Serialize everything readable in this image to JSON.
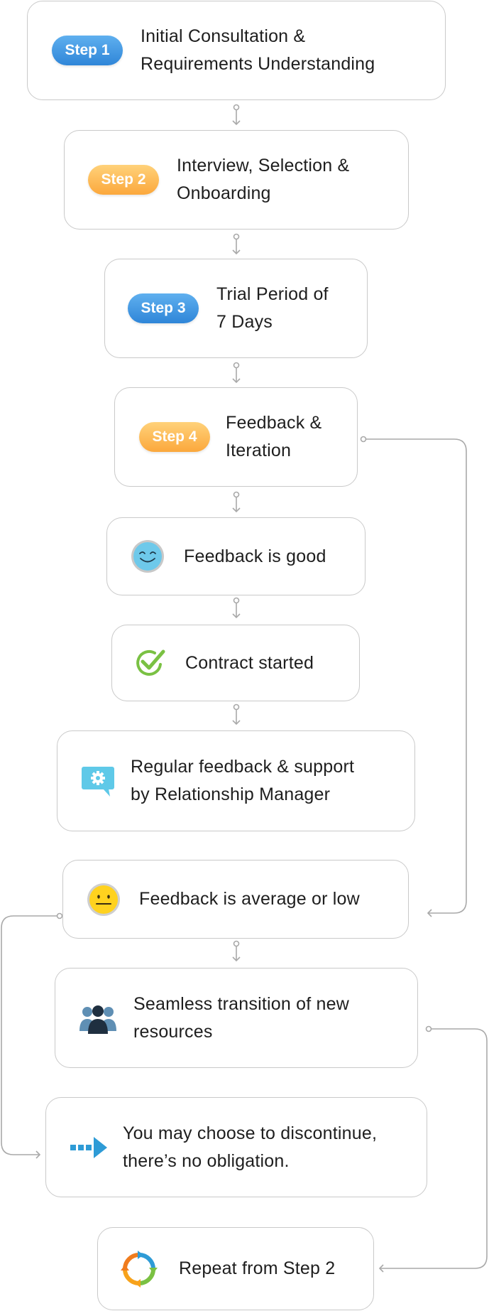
{
  "steps": [
    {
      "badge": "Step 1",
      "text_line1": "Initial Consultation &",
      "text_line2": "Requirements Understanding"
    },
    {
      "badge": "Step 2",
      "text_line1": "Interview, Selection &",
      "text_line2": "Onboarding"
    },
    {
      "badge": "Step 3",
      "text_line1": "Trial Period of",
      "text_line2": "7 Days"
    },
    {
      "badge": "Step 4",
      "text_line1": "Feedback &",
      "text_line2": "Iteration"
    }
  ],
  "good_path": {
    "feedback_good": "Feedback is good",
    "contract": "Contract started",
    "support_line1": "Regular feedback & support",
    "support_line2": "by Relationship Manager"
  },
  "low_path": {
    "feedback_low": "Feedback is average or low",
    "transition_line1": "Seamless transition of new",
    "transition_line2": "resources",
    "discontinue_line1": "You may choose to discontinue,",
    "discontinue_line2": "there’s no obligation.",
    "repeat": "Repeat from Step 2"
  },
  "colors": {
    "badge_blue": "#2f86d8",
    "badge_orange": "#fba83c",
    "border": "#c9c9c9",
    "connector": "#a9a9a9",
    "check_green": "#7ac143",
    "chat_cyan": "#5fc9e8"
  },
  "icons": [
    "smile-face-icon",
    "check-circle-icon",
    "support-chat-gear-icon",
    "neutral-face-icon",
    "team-people-icon",
    "dashed-arrow-icon",
    "repeat-cycle-icon"
  ]
}
